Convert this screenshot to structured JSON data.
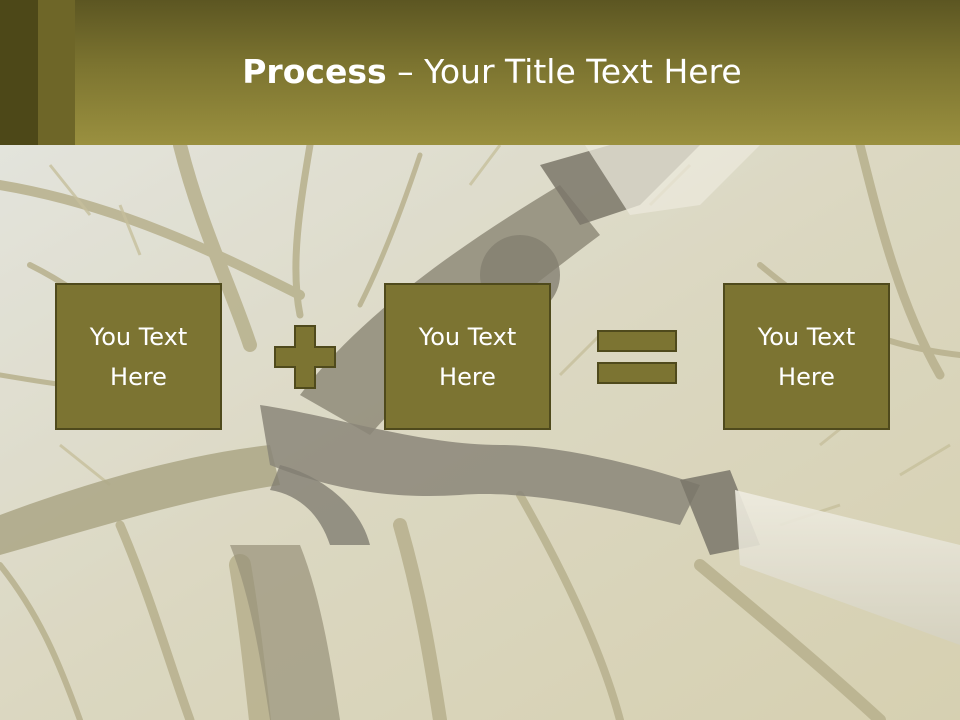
{
  "header": {
    "title_bold": "Process",
    "title_rest": " – Your Title Text Here"
  },
  "process": {
    "box1": "You Text Here",
    "box2": "You Text Here",
    "box3": "You Text Here"
  },
  "operators": {
    "first": "plus-icon",
    "second": "equals-icon"
  },
  "colors": {
    "header": "#7c7430",
    "box_fill": "#7c7432",
    "box_border": "#4f4a1c",
    "text": "#ffffff"
  }
}
